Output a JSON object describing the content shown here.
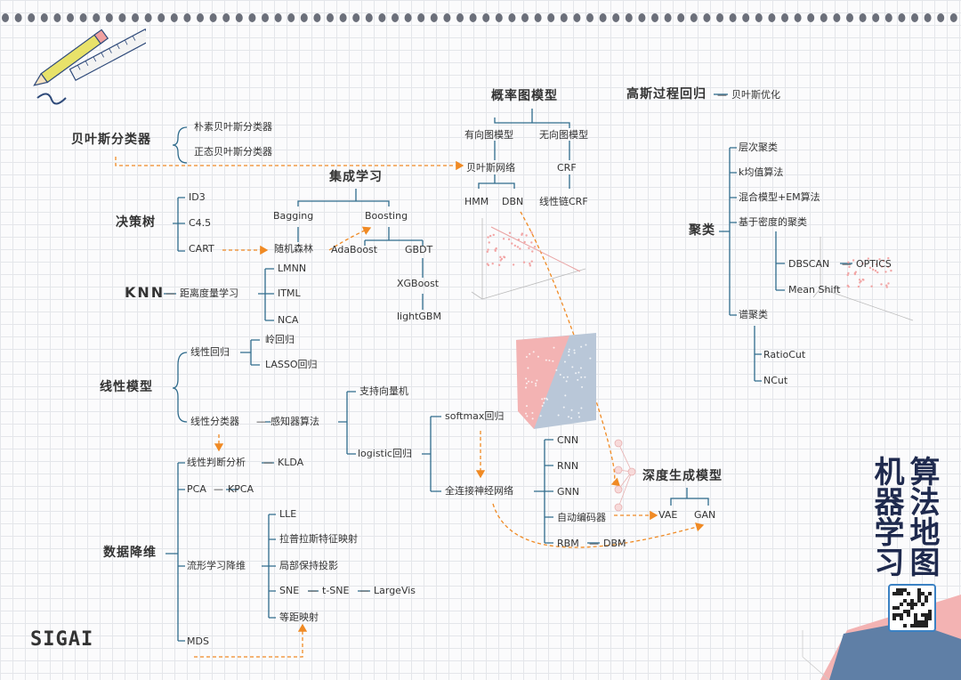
{
  "title": {
    "line1": "算法地图",
    "line2": "机器学习"
  },
  "logo": "SIGAI",
  "nodes": {
    "bayes": "贝叶斯分类器",
    "bayes_naive": "朴素贝叶斯分类器",
    "bayes_normal": "正态贝叶斯分类器",
    "tree": "决策树",
    "id3": "ID3",
    "c45": "C4.5",
    "cart": "CART",
    "rf": "随机森林",
    "ensemble": "集成学习",
    "bagging": "Bagging",
    "boosting": "Boosting",
    "adaboost": "AdaBoost",
    "gbdt": "GBDT",
    "xgboost": "XGBoost",
    "lightgbm": "lightGBM",
    "knn": "KNN",
    "metric": "距离度量学习",
    "lmnn": "LMNN",
    "itml": "ITML",
    "nca": "NCA",
    "linear": "线性模型",
    "linreg": "线性回归",
    "ridge": "岭回归",
    "lasso": "LASSO回归",
    "lincls": "线性分类器",
    "perceptron": "感知器算法",
    "svm": "支持向量机",
    "logistic": "logistic回归",
    "softmax": "softmax回归",
    "fcnn": "全连接神经网络",
    "cnn": "CNN",
    "rnn": "RNN",
    "gnn": "GNN",
    "autoenc": "自动编码器",
    "rbm": "RBM",
    "dbm": "DBM",
    "dim": "数据降维",
    "lda": "线性判断分析",
    "klda": "KLDA",
    "pca": "PCA",
    "kpca": "KPCA",
    "manifold": "流形学习降维",
    "lle": "LLE",
    "laplace": "拉普拉斯特征映射",
    "lpp": "局部保持投影",
    "sne": "SNE",
    "tsne": "t-SNE",
    "largevis": "LargeVis",
    "isomap": "等距映射",
    "mds": "MDS",
    "pgm": "概率图模型",
    "directed": "有向图模型",
    "undirected": "无向图模型",
    "bn": "贝叶斯网络",
    "crf": "CRF",
    "hmm": "HMM",
    "dbn": "DBN",
    "lccrf": "线性链CRF",
    "gp": "高斯过程回归",
    "bo": "贝叶斯优化",
    "cluster": "聚类",
    "hier": "层次聚类",
    "kmeans": "k均值算法",
    "gmm": "混合模型+EM算法",
    "density": "基于密度的聚类",
    "dbscan": "DBSCAN",
    "optics": "OPTICS",
    "meanshift": "Mean Shift",
    "spectral": "谱聚类",
    "ratiocut": "RatioCut",
    "ncut": "NCut",
    "dgm": "深度生成模型",
    "vae": "VAE",
    "gan": "GAN"
  },
  "colors": {
    "line": "#2f6b8c",
    "arrow": "#f08a24",
    "title": "#1f2a4e"
  }
}
